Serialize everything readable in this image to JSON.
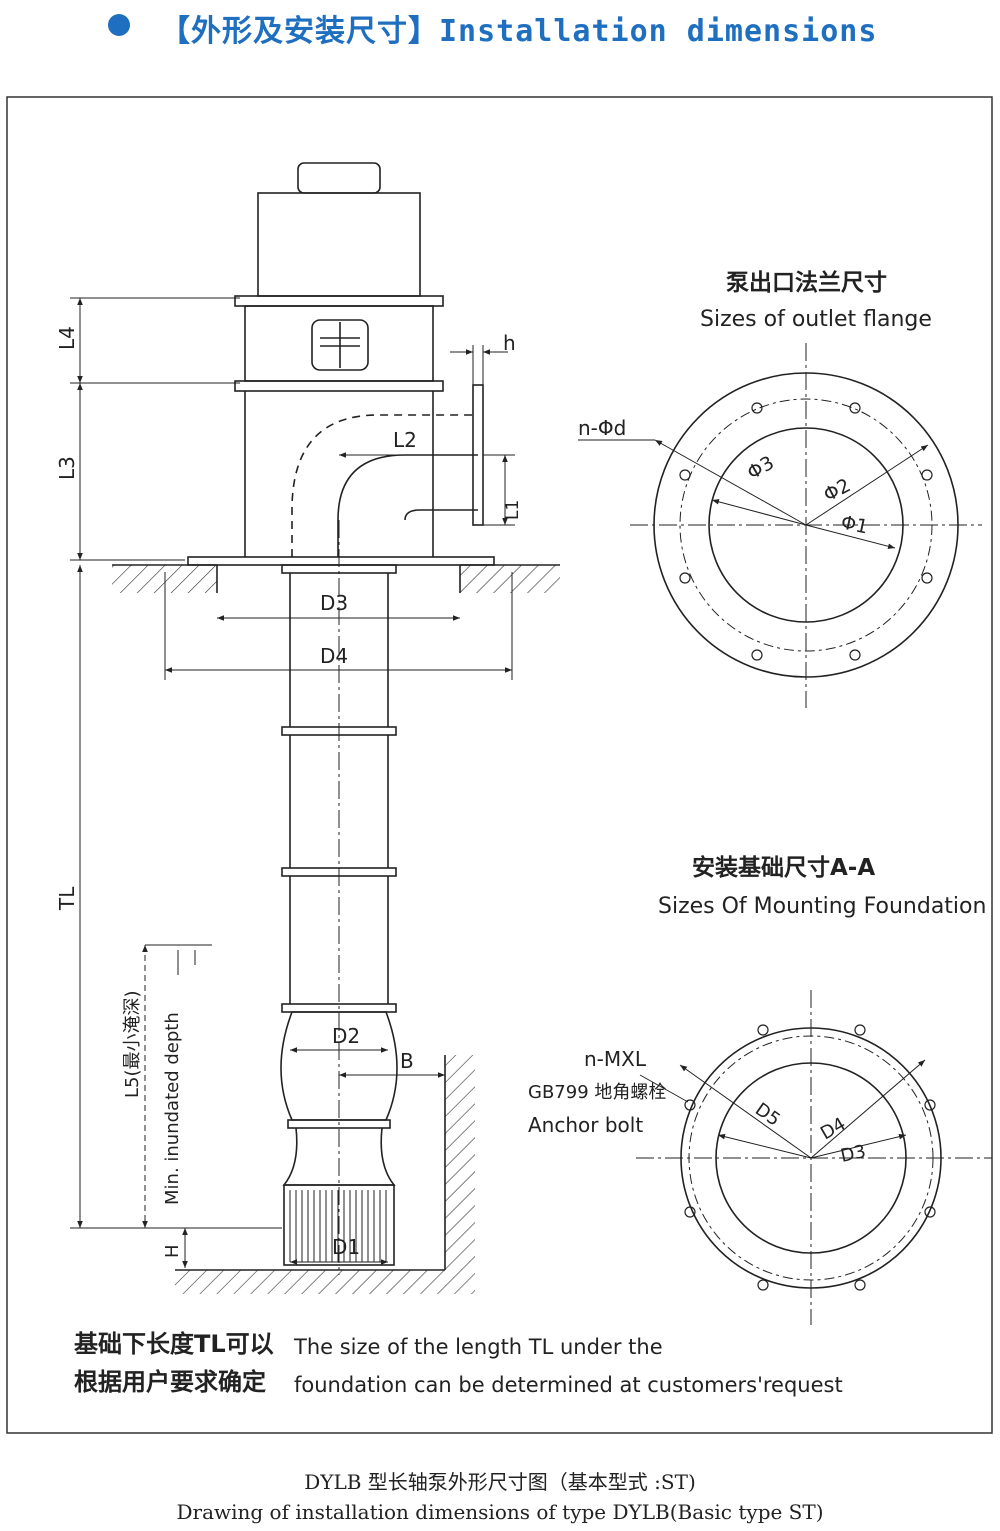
{
  "header": {
    "title": "【外形及安装尺寸】Installation dimensions",
    "accent_color": "#1f6fc0"
  },
  "outlet_flange": {
    "title_cn": "泵出口法兰尺寸",
    "title_en": "Sizes of outlet flange",
    "hole_label": "n-Φd",
    "d1_label": "Φ1",
    "d2_label": "Φ2",
    "d3_label": "Φ3"
  },
  "foundation": {
    "title_cn": "安装基础尺寸A-A",
    "title_en": "Sizes Of Mounting Foundation",
    "bolt_label": "n-MXL",
    "bolt_standard": "GB799 地角螺栓",
    "bolt_en": "Anchor bolt",
    "d3_label": "D3",
    "d4_label": "D4",
    "d5_label": "D5"
  },
  "pump_dims": {
    "L1": "L1",
    "L2": "L2",
    "L3": "L3",
    "L4": "L4",
    "h": "h",
    "TL": "TL",
    "H": "H",
    "B": "B",
    "D1": "D1",
    "D2": "D2",
    "D3": "D3",
    "D4": "D4",
    "L5": "L5(最小淹深)",
    "min_depth": "Min. inundated depth"
  },
  "note": {
    "cn_line1": "基础下长度TL可以",
    "cn_line2": "根据用户要求确定",
    "en_line1": "The size of the length TL under the",
    "en_line2": "foundation can be determined at customers'request"
  },
  "caption": {
    "cn": "DYLB 型长轴泵外形尺寸图（基本型式 :ST)",
    "en": "Drawing of installation dimensions of type DYLB(Basic type ST)"
  }
}
